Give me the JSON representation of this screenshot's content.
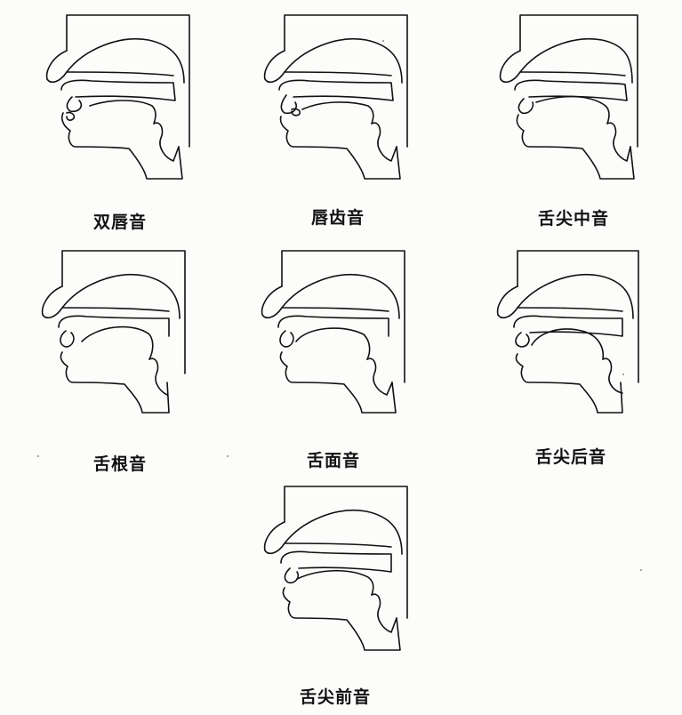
{
  "panels": [
    {
      "label": "双唇音"
    },
    {
      "label": "唇齿音"
    },
    {
      "label": "舌尖中音"
    },
    {
      "label": "舌根音"
    },
    {
      "label": "舌面音"
    },
    {
      "label": "舌尖后音"
    },
    {
      "label": "舌尖前音"
    }
  ]
}
